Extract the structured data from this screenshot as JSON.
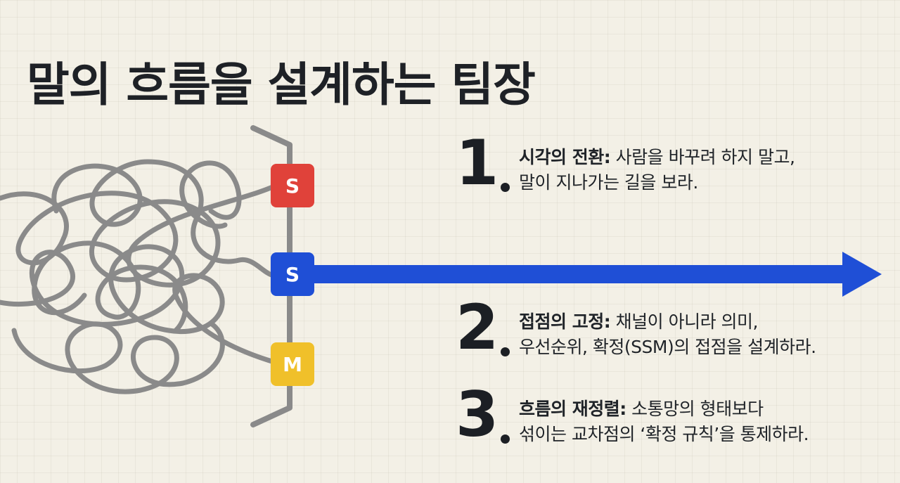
{
  "title": "말의 흐름을 설계하는 팀장",
  "colors": {
    "background": "#f3f0e6",
    "tangle": "#8a8a8a",
    "bracket": "#8a8a8a",
    "arrow": "#1f4fd6",
    "badge_red": "#e0423a",
    "badge_blue": "#1f4fd6",
    "badge_yellow": "#f0c02a",
    "text": "#1f2328"
  },
  "badges": [
    {
      "letter": "S",
      "color": "red"
    },
    {
      "letter": "S",
      "color": "blue"
    },
    {
      "letter": "M",
      "color": "yellow"
    }
  ],
  "items": [
    {
      "number": "1",
      "heading": "시각의 전환:",
      "line1": " 사람을 바꾸려 하지 말고,",
      "line2": "말이 지나가는 길을 보라."
    },
    {
      "number": "2",
      "heading": "접점의 고정:",
      "line1": " 채널이 아니라 의미,",
      "line2": "우선순위, 확정(SSM)의 접점을 설계하라."
    },
    {
      "number": "3",
      "heading": "흐름의 재정렬:",
      "line1": " 소통망의 형태보다",
      "line2": "섞이는 교차점의 ‘확정 규칙’을 통제하라."
    }
  ]
}
